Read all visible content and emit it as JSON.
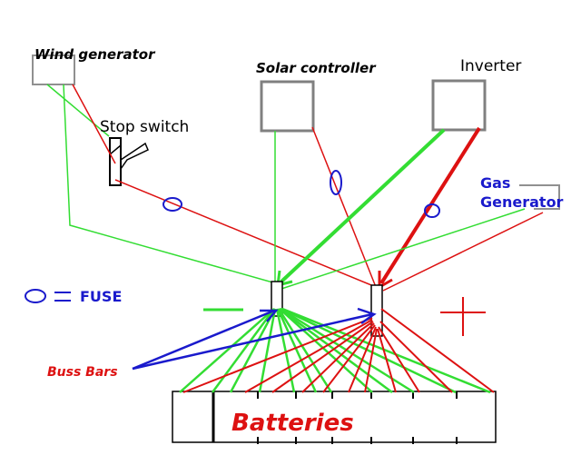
{
  "labels": {
    "wind_generator": "Wind generator",
    "stop_switch": "Stop switch",
    "solar_controller": "Solar controller",
    "inverter": "Inverter",
    "gas_generator_line1": "Gas",
    "gas_generator_line2": "Generator",
    "fuse_legend": "FUSE",
    "buss_bars": "Buss Bars",
    "batteries": "Batteries"
  },
  "colors": {
    "negative_wire": "#33dd33",
    "positive_wire": "#dd1111",
    "fuse": "#1a1acc",
    "pointer_arrow": "#1a1acc"
  }
}
